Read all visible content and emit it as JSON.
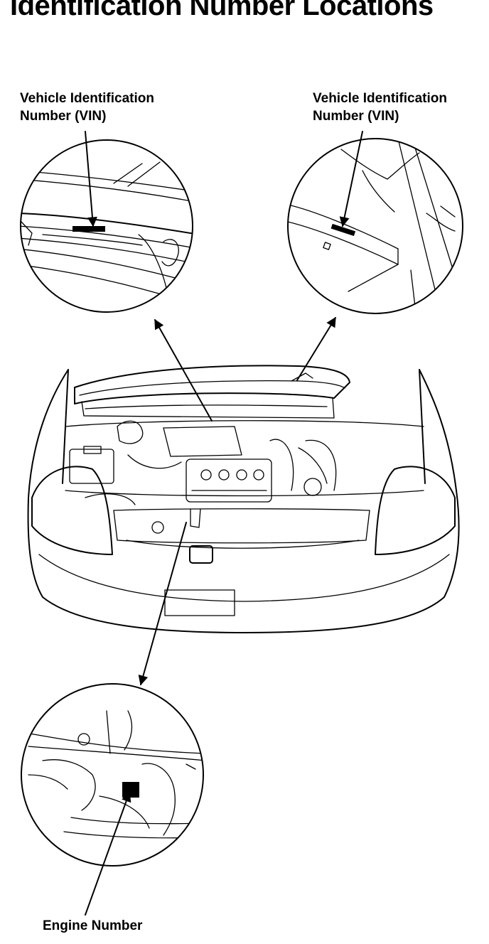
{
  "title": "Identification Number Locations",
  "callouts": {
    "vin_left": {
      "line1": "Vehicle Identification",
      "line2": "Number (VIN)"
    },
    "vin_right": {
      "line1": "Vehicle Identification",
      "line2": "Number (VIN)"
    },
    "engine": {
      "line1": "Engine Number"
    }
  },
  "colors": {
    "ink": "#000000",
    "paper": "#ffffff"
  }
}
